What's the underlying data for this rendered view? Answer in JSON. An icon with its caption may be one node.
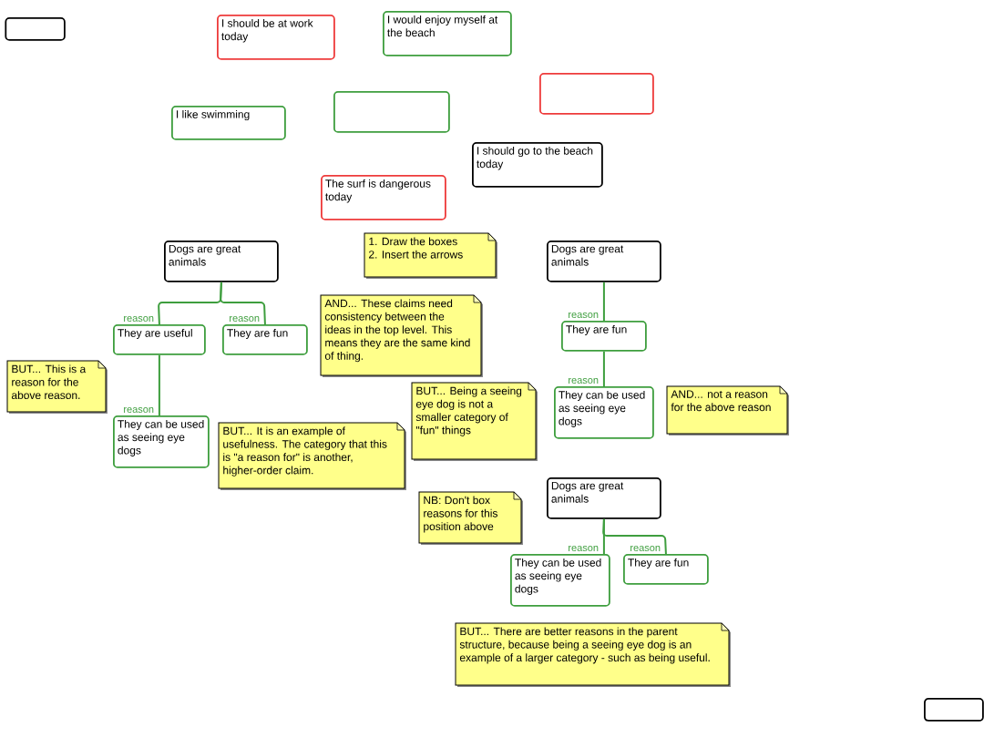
{
  "diagram": {
    "nodes": [
      {
        "text": [],
        "shape": "box"
      },
      {
        "text": [
          "I should be at work today"
        ]
      },
      {
        "text": [
          "I would enjoy myself at the beach"
        ]
      },
      {
        "text": [],
        "shape": "box"
      },
      {
        "text": [],
        "shape": "box"
      },
      {
        "text": [
          "I like swimming"
        ]
      },
      {
        "text": [
          "I should go to the beach today"
        ]
      },
      {
        "text": [
          "The surf is dangerous today"
        ]
      },
      {
        "text": [
          "Dogs are great animals"
        ]
      },
      {
        "text": [
          "1. Draw the boxes",
          "2. Insert the arrows"
        ]
      },
      {
        "text": [
          "AND... These claims need consistency between the ideas in the top level. This means they are the same kind of thing."
        ]
      },
      {
        "text": [
          "They are useful"
        ]
      },
      {
        "text": [
          "They are fun"
        ]
      },
      {
        "text": [
          "BUT... This is a reason for the above reason."
        ]
      },
      {
        "text": [
          "They can be used as seeing eye dogs"
        ]
      },
      {
        "text": [
          "BUT... It is an example of usefulness. The category that this is \"a reason for\" is another, higher-order claim."
        ]
      },
      {
        "text": [
          "Dogs are great animals"
        ]
      },
      {
        "text": [
          "They are fun"
        ]
      },
      {
        "text": [
          "BUT... Being a seeing eye dog is not a smaller category of \"fun\" things"
        ]
      },
      {
        "text": [
          "They can be used as seeing eye dogs"
        ]
      },
      {
        "text": [
          "AND... not a reason for the above reason"
        ]
      },
      {
        "text": [
          "Dogs are great animals"
        ]
      },
      {
        "text": [
          "NB: Don't box reasons for this position above"
        ]
      },
      {
        "text": [
          "They can be used as seeing eye dogs"
        ]
      },
      {
        "text": [
          "They are fun"
        ]
      },
      {
        "text": [
          "BUT... There are better reasons in the parent structure, because being a seeing eye dog is an example of a larger category - such as being useful."
        ]
      },
      {
        "text": [],
        "shape": "box"
      }
    ],
    "edges": [
      {
        "from": 11,
        "to": 8,
        "arrow": "none",
        "label": "reason"
      },
      {
        "from": 12,
        "to": 8,
        "arrow": "none",
        "label": "reason"
      },
      {
        "from": 14,
        "to": 11,
        "arrow": "none",
        "label": "reason"
      },
      {
        "from": 17,
        "to": 16,
        "arrow": "none",
        "label": "reason"
      },
      {
        "from": 19,
        "to": 17,
        "arrow": "none",
        "label": "reason"
      },
      {
        "from": 23,
        "to": 21,
        "arrow": "none",
        "label": "reason"
      },
      {
        "from": 24,
        "to": 21,
        "arrow": "none",
        "label": "reason"
      }
    ]
  }
}
